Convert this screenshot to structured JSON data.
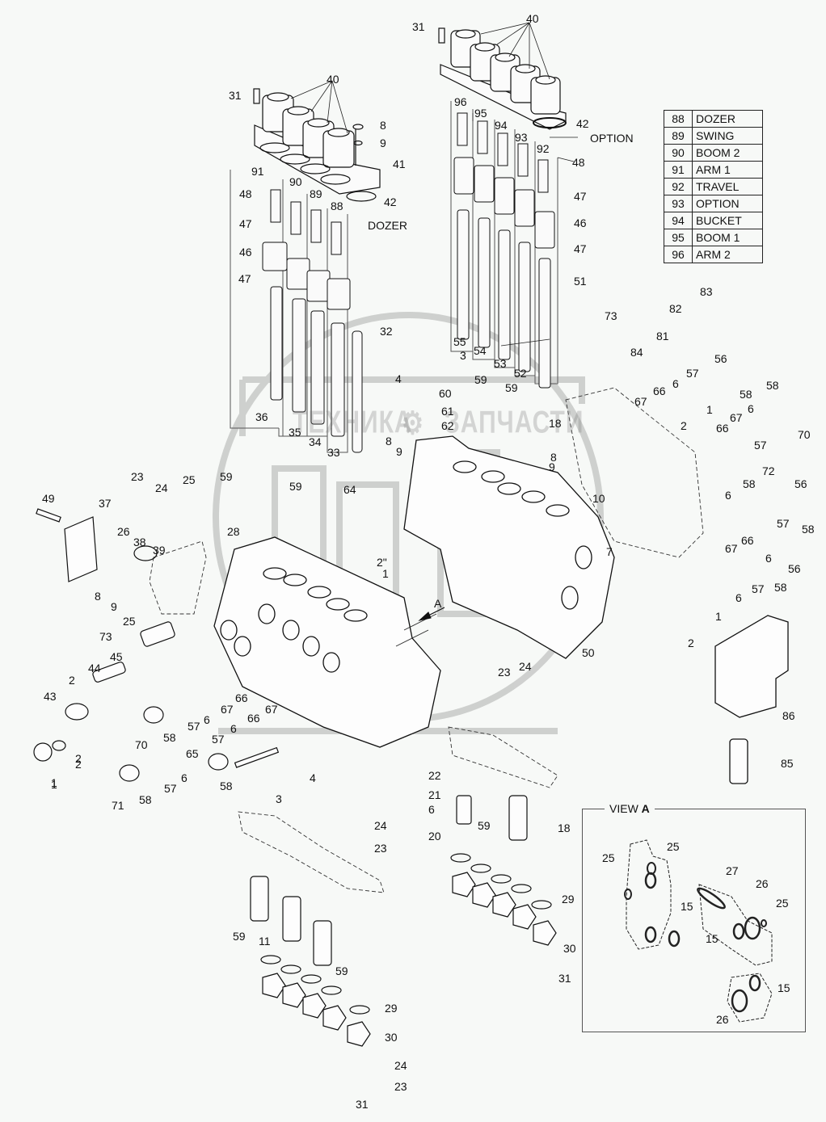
{
  "diagram": {
    "title": "Main control valve exploded parts diagram",
    "watermark": {
      "left_text": "ТЕХНИКА",
      "right_text": "ЗАПЧАСТИ",
      "icon": "gear-icon"
    },
    "legend": [
      {
        "num": "88",
        "name": "DOZER"
      },
      {
        "num": "89",
        "name": "SWING"
      },
      {
        "num": "90",
        "name": "BOOM 2"
      },
      {
        "num": "91",
        "name": "ARM 1"
      },
      {
        "num": "92",
        "name": "TRAVEL"
      },
      {
        "num": "93",
        "name": "OPTION"
      },
      {
        "num": "94",
        "name": "BUCKET"
      },
      {
        "num": "95",
        "name": "BOOM 1"
      },
      {
        "num": "96",
        "name": "ARM 2"
      }
    ],
    "annotations": {
      "dozer": "DOZER",
      "option": "OPTION",
      "view_arrow": "A"
    },
    "view_a": {
      "title_prefix": "VIEW",
      "title_letter": "A",
      "labels": [
        "25",
        "25",
        "27",
        "26",
        "25",
        "15",
        "15",
        "15",
        "26"
      ]
    },
    "callouts": [
      {
        "id": "c31a",
        "text": "31"
      },
      {
        "id": "c40a",
        "text": "40"
      },
      {
        "id": "c31b",
        "text": "31"
      },
      {
        "id": "c40b",
        "text": "40"
      },
      {
        "id": "c8a",
        "text": "8"
      },
      {
        "id": "c9a",
        "text": "9"
      },
      {
        "id": "c41",
        "text": "41"
      },
      {
        "id": "c42a",
        "text": "42"
      },
      {
        "id": "c42b",
        "text": "42"
      },
      {
        "id": "c91",
        "text": "91"
      },
      {
        "id": "c90",
        "text": "90"
      },
      {
        "id": "c89",
        "text": "89"
      },
      {
        "id": "c88",
        "text": "88"
      },
      {
        "id": "c48a",
        "text": "48"
      },
      {
        "id": "c47a",
        "text": "47"
      },
      {
        "id": "c46a",
        "text": "46"
      },
      {
        "id": "c47b",
        "text": "47"
      },
      {
        "id": "c32",
        "text": "32"
      },
      {
        "id": "c36",
        "text": "36"
      },
      {
        "id": "c35",
        "text": "35"
      },
      {
        "id": "c34",
        "text": "34"
      },
      {
        "id": "c33",
        "text": "33"
      },
      {
        "id": "c96",
        "text": "96"
      },
      {
        "id": "c95",
        "text": "95"
      },
      {
        "id": "c94",
        "text": "94"
      },
      {
        "id": "c93",
        "text": "93"
      },
      {
        "id": "c92",
        "text": "92"
      },
      {
        "id": "c48b",
        "text": "48"
      },
      {
        "id": "c47c",
        "text": "47"
      },
      {
        "id": "c46b",
        "text": "46"
      },
      {
        "id": "c47d",
        "text": "47"
      },
      {
        "id": "c51",
        "text": "51"
      },
      {
        "id": "c55",
        "text": "55"
      },
      {
        "id": "c54",
        "text": "54"
      },
      {
        "id": "c53",
        "text": "53"
      },
      {
        "id": "c52",
        "text": "52"
      },
      {
        "id": "c73a",
        "text": "73"
      },
      {
        "id": "c82",
        "text": "82"
      },
      {
        "id": "c83",
        "text": "83"
      },
      {
        "id": "c81",
        "text": "81"
      },
      {
        "id": "c84",
        "text": "84"
      },
      {
        "id": "c56a",
        "text": "56"
      },
      {
        "id": "c57a",
        "text": "57"
      },
      {
        "id": "c6a",
        "text": "6"
      },
      {
        "id": "c66a",
        "text": "66"
      },
      {
        "id": "c67a",
        "text": "67"
      },
      {
        "id": "c58a",
        "text": "58"
      },
      {
        "id": "c58b",
        "text": "58"
      },
      {
        "id": "c1a",
        "text": "1"
      },
      {
        "id": "c2a",
        "text": "2"
      },
      {
        "id": "c6b",
        "text": "6"
      },
      {
        "id": "c67b",
        "text": "67"
      },
      {
        "id": "c66b",
        "text": "66"
      },
      {
        "id": "c70a",
        "text": "70"
      },
      {
        "id": "c57b",
        "text": "57"
      },
      {
        "id": "c72",
        "text": "72"
      },
      {
        "id": "c58c",
        "text": "58"
      },
      {
        "id": "c6c",
        "text": "6"
      },
      {
        "id": "c56b",
        "text": "56"
      },
      {
        "id": "c57c",
        "text": "57"
      },
      {
        "id": "c58d",
        "text": "58"
      },
      {
        "id": "c67c",
        "text": "67"
      },
      {
        "id": "c66c",
        "text": "66"
      },
      {
        "id": "c6d",
        "text": "6"
      },
      {
        "id": "c56c",
        "text": "56"
      },
      {
        "id": "c57d",
        "text": "57"
      },
      {
        "id": "c58e",
        "text": "58"
      },
      {
        "id": "c6e",
        "text": "6"
      },
      {
        "id": "c1b",
        "text": "1"
      },
      {
        "id": "c2b",
        "text": "2"
      },
      {
        "id": "c86",
        "text": "86"
      },
      {
        "id": "c85",
        "text": "85"
      },
      {
        "id": "c3a",
        "text": "3"
      },
      {
        "id": "c4a",
        "text": "4"
      },
      {
        "id": "c60",
        "text": "60"
      },
      {
        "id": "c59a",
        "text": "59"
      },
      {
        "id": "c59b",
        "text": "59"
      },
      {
        "id": "c61",
        "text": "61"
      },
      {
        "id": "c62",
        "text": "62"
      },
      {
        "id": "c18a",
        "text": "18"
      },
      {
        "id": "c8b",
        "text": "8"
      },
      {
        "id": "c9b",
        "text": "9"
      },
      {
        "id": "c8c",
        "text": "8"
      },
      {
        "id": "c9c",
        "text": "9"
      },
      {
        "id": "c10",
        "text": "10"
      },
      {
        "id": "c7",
        "text": "7"
      },
      {
        "id": "c1c",
        "text": "1"
      },
      {
        "id": "c2c",
        "text": "2\""
      },
      {
        "id": "c50",
        "text": "50"
      },
      {
        "id": "c23a",
        "text": "23"
      },
      {
        "id": "c24a",
        "text": "24"
      },
      {
        "id": "c49",
        "text": "49"
      },
      {
        "id": "c37",
        "text": "37"
      },
      {
        "id": "c23b",
        "text": "23"
      },
      {
        "id": "c24b",
        "text": "24"
      },
      {
        "id": "c25a",
        "text": "25"
      },
      {
        "id": "c26",
        "text": "26"
      },
      {
        "id": "c38",
        "text": "38"
      },
      {
        "id": "c39",
        "text": "39"
      },
      {
        "id": "c8d",
        "text": "8"
      },
      {
        "id": "c9d",
        "text": "9"
      },
      {
        "id": "c25b",
        "text": "25"
      },
      {
        "id": "c59c",
        "text": "59"
      },
      {
        "id": "c59d",
        "text": "59"
      },
      {
        "id": "c64",
        "text": "64"
      },
      {
        "id": "c28",
        "text": "28"
      },
      {
        "id": "c73b",
        "text": "73"
      },
      {
        "id": "c45",
        "text": "45"
      },
      {
        "id": "c44",
        "text": "44"
      },
      {
        "id": "c2d",
        "text": "2"
      },
      {
        "id": "c43",
        "text": "43"
      },
      {
        "id": "c1d",
        "text": "1"
      },
      {
        "id": "c2e",
        "text": "2"
      },
      {
        "id": "c66d",
        "text": "66"
      },
      {
        "id": "c67d",
        "text": "67"
      },
      {
        "id": "c6f",
        "text": "6"
      },
      {
        "id": "c57e",
        "text": "57"
      },
      {
        "id": "c58f",
        "text": "58"
      },
      {
        "id": "c70b",
        "text": "70"
      },
      {
        "id": "c66e",
        "text": "66"
      },
      {
        "id": "c67e",
        "text": "67"
      },
      {
        "id": "c6g",
        "text": "6"
      },
      {
        "id": "c57f",
        "text": "57"
      },
      {
        "id": "c65",
        "text": "65"
      },
      {
        "id": "c58g",
        "text": "58"
      },
      {
        "id": "c4b",
        "text": "4"
      },
      {
        "id": "c3b",
        "text": "3"
      },
      {
        "id": "c71",
        "text": "71"
      },
      {
        "id": "c58h",
        "text": "58"
      },
      {
        "id": "c57g",
        "text": "57"
      },
      {
        "id": "c6h",
        "text": "6"
      },
      {
        "id": "c2f",
        "text": "2"
      },
      {
        "id": "c1e",
        "text": "1"
      },
      {
        "id": "c22",
        "text": "22"
      },
      {
        "id": "c21",
        "text": "21"
      },
      {
        "id": "c6i",
        "text": "6"
      },
      {
        "id": "c20",
        "text": "20"
      },
      {
        "id": "c59e",
        "text": "59"
      },
      {
        "id": "c18b",
        "text": "18"
      },
      {
        "id": "c29a",
        "text": "29"
      },
      {
        "id": "c30a",
        "text": "30"
      },
      {
        "id": "c31c",
        "text": "31"
      },
      {
        "id": "c24c",
        "text": "24"
      },
      {
        "id": "c23c",
        "text": "23"
      },
      {
        "id": "c59f",
        "text": "59"
      },
      {
        "id": "c11",
        "text": "11"
      },
      {
        "id": "c59g",
        "text": "59"
      },
      {
        "id": "c29b",
        "text": "29"
      },
      {
        "id": "c30b",
        "text": "30"
      },
      {
        "id": "c24d",
        "text": "24"
      },
      {
        "id": "c23d",
        "text": "23"
      },
      {
        "id": "c31d",
        "text": "31"
      }
    ]
  }
}
